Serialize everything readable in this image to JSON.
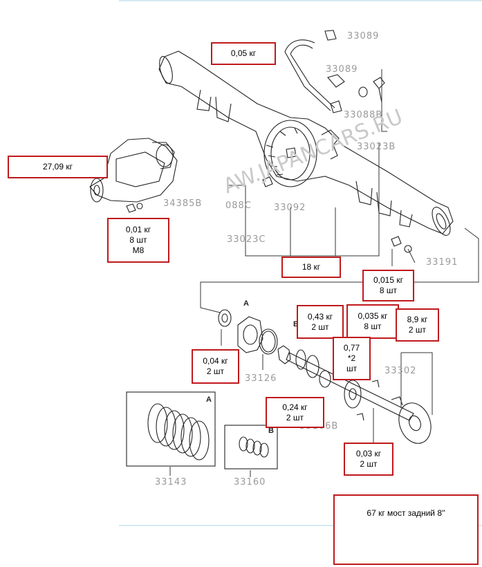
{
  "part_numbers": [
    "33089",
    "33089",
    "33088B",
    "33023B",
    "34385B",
    "088C",
    "33092",
    "33023C",
    "33191",
    "33126",
    "33302",
    "33143",
    "33160",
    "33106B"
  ],
  "section_letters": [
    "A",
    "B",
    "A",
    "B"
  ],
  "watermark": "AW.JAPANCARS.RU",
  "callouts": {
    "hose": [
      "0,05 кг"
    ],
    "differential": [
      "27,09 кг"
    ],
    "nut_m8": [
      "0,01 кг",
      "8 шт",
      "M8"
    ],
    "axle_housing": [
      "18 кг"
    ],
    "nut_axle": [
      "0,015 кг",
      "8 шт"
    ],
    "seal": [
      "0,04 кг",
      "2 шт"
    ],
    "bearing": [
      "0,43 кг",
      "2 шт"
    ],
    "bolt_035": [
      "0,035 кг",
      "8 шт"
    ],
    "shaft": [
      "8,9 кг",
      "2 шт"
    ],
    "plate": [
      "0,77",
      "*2",
      "шт"
    ],
    "ring_024": [
      "0,24 кг",
      "2 шт"
    ],
    "bolt_003": [
      "0,03 кг",
      "2 шт"
    ],
    "total": [
      "67 кг  мост задний  8''"
    ]
  },
  "colors": {
    "callout_border": "#c0191c",
    "part_number": "#9a9a9a",
    "rule_line": "#a8d4e6"
  }
}
